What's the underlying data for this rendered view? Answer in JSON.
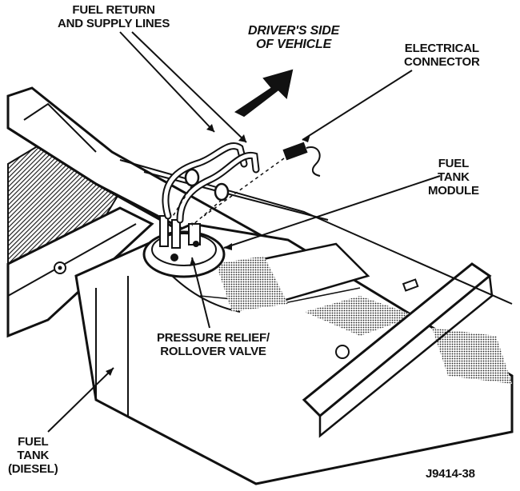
{
  "labels": {
    "fuel_lines": [
      "FUEL RETURN",
      "AND SUPPLY LINES"
    ],
    "drivers_side": [
      "DRIVER'S SIDE",
      "OF VEHICLE"
    ],
    "electrical_connector": [
      "ELECTRICAL",
      "CONNECTOR"
    ],
    "fuel_tank_module": [
      "FUEL",
      "TANK",
      "MODULE"
    ],
    "pressure_relief": [
      "PRESSURE RELIEF/",
      "ROLLOVER VALVE"
    ],
    "fuel_tank": [
      "FUEL",
      "TANK",
      "(DIESEL)"
    ],
    "figure_id": "J9414-38"
  },
  "icons": {
    "direction_arrow": "arrow-up-right-icon"
  }
}
